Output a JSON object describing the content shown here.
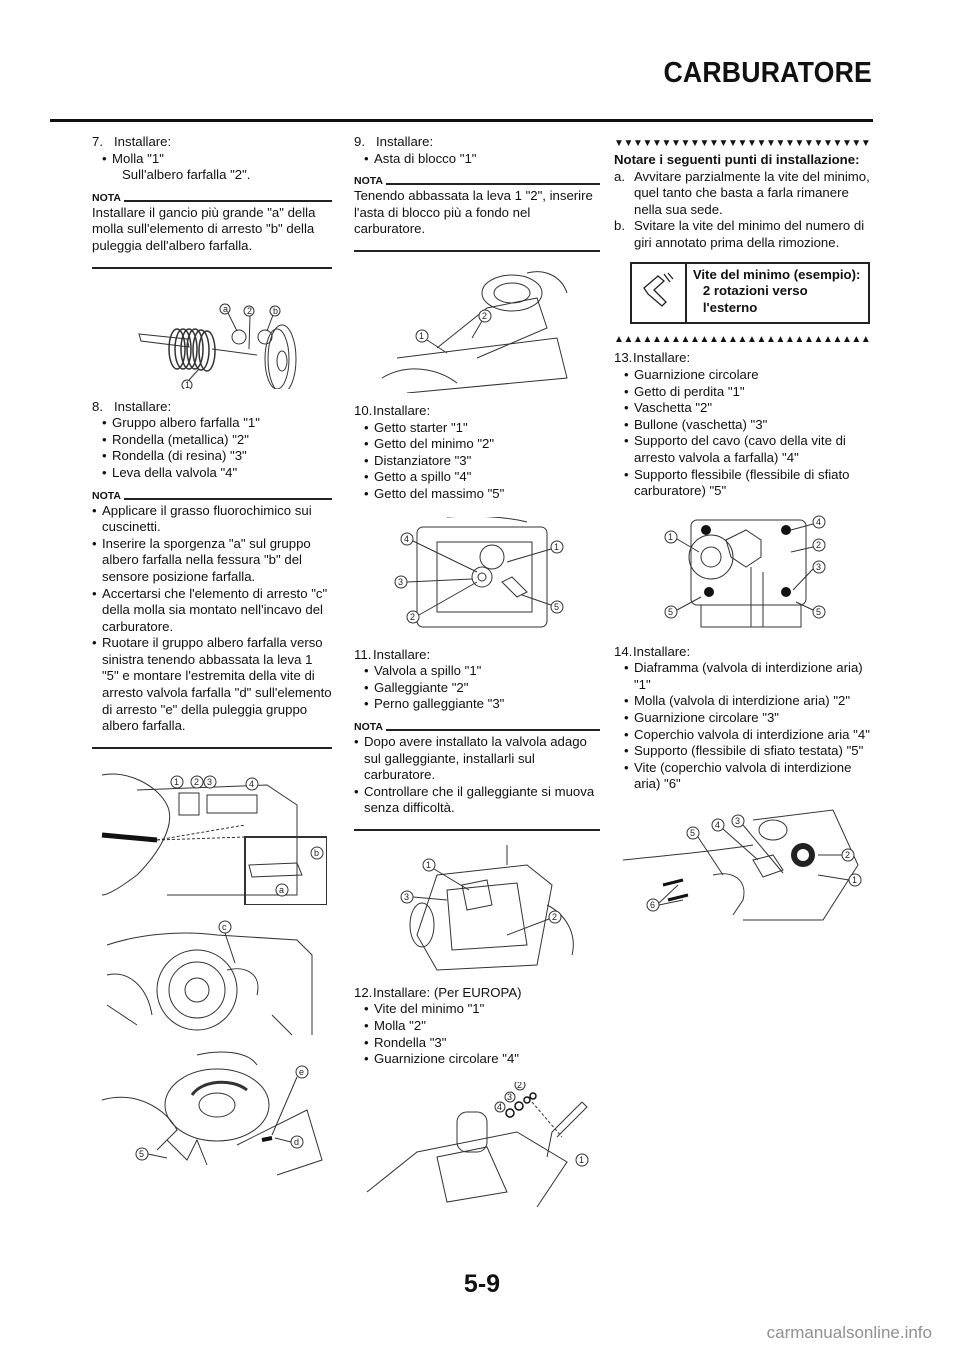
{
  "header": {
    "title": "CARBURATORE"
  },
  "page_number": "5-9",
  "watermark": "carmanualsonline.info",
  "nota_label": "NOTA",
  "column1": {
    "step7": {
      "num": "7.",
      "title": "Installare:",
      "items": [
        "Molla \"1\""
      ],
      "subline": "Sull'albero farfalla \"2\".",
      "nota": "Installare il gancio più grande \"a\" della molla sull'elemento di arresto \"b\" della puleggia dell'albero farfalla.",
      "figure_labels": [
        "a",
        "2",
        "b",
        "1"
      ]
    },
    "step8": {
      "num": "8.",
      "title": "Installare:",
      "items": [
        "Gruppo albero farfalla \"1\"",
        "Rondella (metallica) \"2\"",
        "Rondella (di resina) \"3\"",
        "Leva della valvola \"4\""
      ],
      "nota_items": [
        "Applicare il grasso fluorochimico sui cuscinetti.",
        "Inserire la sporgenza \"a\" sul gruppo albero farfalla nella fessura \"b\" del sensore posizione farfalla.",
        "Accertarsi che l'elemento di arresto \"c\" della molla sia montato nell'incavo del carburatore.",
        "Ruotare il gruppo albero farfalla verso sinistra tenendo abbassata la leva 1 \"5\" e montare l'estremita della vite di arresto valvola farfalla \"d\" sull'elemento di arresto \"e\" della puleggia gruppo albero farfalla."
      ],
      "figure1_labels": [
        "1",
        "2",
        "3",
        "4",
        "a",
        "b"
      ],
      "figure2_labels": [
        "c"
      ],
      "figure3_labels": [
        "e",
        "d",
        "5"
      ]
    }
  },
  "column2": {
    "step9": {
      "num": "9.",
      "title": "Installare:",
      "items": [
        "Asta di blocco \"1\""
      ],
      "nota": "Tenendo abbassata la leva 1 \"2\", inserire l'asta di blocco più a fondo nel carburatore.",
      "figure_labels": [
        "2",
        "1"
      ]
    },
    "step10": {
      "num": "10.",
      "title": "Installare:",
      "items": [
        "Getto starter \"1\"",
        "Getto del minimo \"2\"",
        "Distanziatore \"3\"",
        "Getto a spillo \"4\"",
        "Getto del massimo \"5\""
      ],
      "figure_labels": [
        "4",
        "1",
        "3",
        "5",
        "2"
      ]
    },
    "step11": {
      "num": "11.",
      "title": "Installare:",
      "items": [
        "Valvola a spillo \"1\"",
        "Galleggiante \"2\"",
        "Perno galleggiante \"3\""
      ],
      "nota_items": [
        "Dopo avere installato la valvola adago sul galleggiante, installarli sul carburatore.",
        "Controllare che il galleggiante si muova senza difficoltà."
      ],
      "figure_labels": [
        "1",
        "3",
        "2"
      ]
    },
    "step12": {
      "num": "12.",
      "title": "Installare: (Per EUROPA)",
      "items": [
        "Vite del minimo \"1\"",
        "Molla \"2\"",
        "Rondella \"3\"",
        "Guarnizione circolare \"4\""
      ],
      "figure_labels": [
        "2",
        "3",
        "4",
        "1"
      ]
    }
  },
  "column3": {
    "marker_down": "▼▼▼▼▼▼▼▼▼▼▼▼▼▼▼▼▼▼▼▼▼▼▼▼▼▼▼▼",
    "marker_up": "▲▲▲▲▲▲▲▲▲▲▲▲▲▲▲▲▲▲▲▲▲▲▲▲▲▲▲▲",
    "notes_title": "Notare i seguenti punti di installazione:",
    "notes": [
      {
        "label": "a.",
        "text": "Avvitare parzialmente la vite del minimo, quel tanto che basta a farla rimanere nella sua sede."
      },
      {
        "label": "b.",
        "text": "Svitare la vite del minimo del numero di giri annotato prima della rimozione."
      }
    ],
    "spec": {
      "icon": "caliper-icon",
      "title": "Vite del minimo (esempio):",
      "value": "2 rotazioni verso l'esterno"
    },
    "step13": {
      "num": "13.",
      "title": "Installare:",
      "items": [
        "Guarnizione circolare",
        "Getto di perdita \"1\"",
        "Vaschetta \"2\"",
        "Bullone (vaschetta) \"3\"",
        "Supporto del cavo (cavo della vite di arresto valvola a farfalla) \"4\"",
        "Supporto flessibile (flessibile di sfiato carburatore) \"5\""
      ],
      "figure_labels": [
        "1",
        "4",
        "2",
        "3",
        "5",
        "5"
      ]
    },
    "step14": {
      "num": "14.",
      "title": "Installare:",
      "items": [
        "Diaframma (valvola di interdizione aria) \"1\"",
        "Molla (valvola di interdizione aria) \"2\"",
        "Guarnizione circolare \"3\"",
        "Coperchio valvola di interdizione aria \"4\"",
        "Supporto (flessibile di sfiato testata) \"5\"",
        "Vite (coperchio valvola di interdizione aria) \"6\""
      ],
      "figure_labels": [
        "5",
        "4",
        "3",
        "2",
        "1",
        "6"
      ]
    }
  }
}
